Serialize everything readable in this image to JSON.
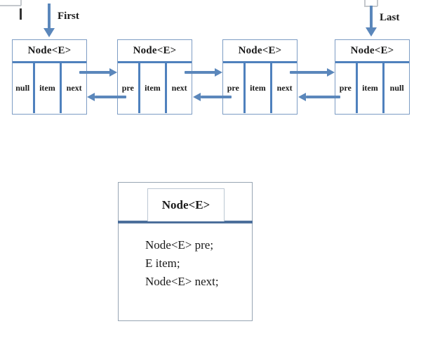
{
  "pointers": {
    "first": "First",
    "last": "Last"
  },
  "nodes": [
    {
      "title": "Node<E>",
      "cells": [
        "null",
        "item",
        "next"
      ]
    },
    {
      "title": "Node<E>",
      "cells": [
        "pre",
        "item",
        "next"
      ]
    },
    {
      "title": "Node<E>",
      "cells": [
        "pre",
        "item",
        "next"
      ]
    },
    {
      "title": "Node<E>",
      "cells": [
        "pre",
        "item",
        "null"
      ]
    }
  ],
  "class_box": {
    "title": "Node<E>",
    "fields": [
      "Node<E> pre;",
      "E item;",
      "Node<E> next;"
    ]
  },
  "colors": {
    "accent_blue": "#4F81BD",
    "arrow_blue": "#5b87bb",
    "divider_dark": "#4c6f9b"
  }
}
